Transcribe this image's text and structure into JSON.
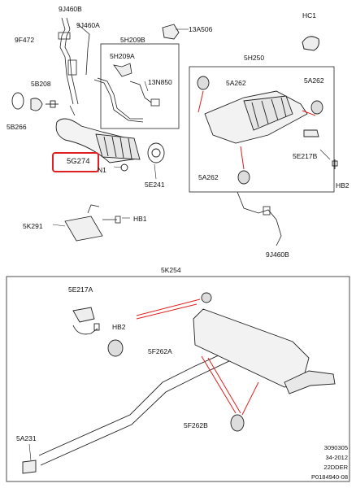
{
  "labels": {
    "p9J460B_top": "9J460B",
    "p9J460A": "9J460A",
    "p9F472": "9F472",
    "p5H209B": "5H209B",
    "p13A506": "13A506",
    "pHC1": "HC1",
    "p5H209A": "5H209A",
    "p13N850": "13N850",
    "p5B208": "5B208",
    "p5B266": "5B266",
    "p5H250": "5H250",
    "p5A262_a": "5A262",
    "p5A262_b": "5A262",
    "p5A262_c": "5A262",
    "p5G274": "5G274",
    "pN1": "N1",
    "p5E241": "5E241",
    "p5E217B": "5E217B",
    "pHB2_top": "HB2",
    "p5K291": "5K291",
    "pHB1": "HB1",
    "p9J460B_bottom": "9J460B",
    "p5K254": "5K254",
    "p5E217A": "5E217A",
    "pHB2_mid": "HB2",
    "p5F262A": "5F262A",
    "p5F262B": "5F262B",
    "p5A231": "5A231"
  },
  "footer": {
    "line1": "3090305",
    "line2": "34-2012",
    "line3": "22DDER",
    "line4": "P0184940-08"
  },
  "colors": {
    "highlight": "#e02020",
    "leader_red": "#e02020",
    "line": "#222222"
  }
}
